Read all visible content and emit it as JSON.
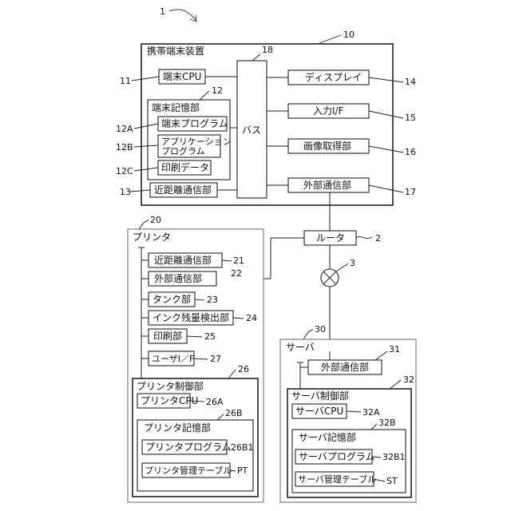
{
  "figure_number": "1",
  "terminal": {
    "ref": "10",
    "title": "携帯端末装置",
    "bus_ref": "18",
    "bus_label": "バス",
    "cpu": {
      "label": "端末CPU",
      "ref": "11"
    },
    "storage": {
      "label": "端末記憶部",
      "ref": "12",
      "program": {
        "label": "端末プログラム",
        "ref": "12A"
      },
      "application": {
        "line1": "アプリケーション",
        "line2": "プログラム",
        "ref": "12B"
      },
      "print_data": {
        "label": "印刷データ",
        "ref": "12C"
      }
    },
    "nfc": {
      "label": "近距離通信部",
      "ref": "13"
    },
    "display": {
      "label": "ディスプレイ",
      "ref": "14"
    },
    "input": {
      "label": "入力I/F",
      "ref": "15"
    },
    "camera": {
      "label": "画像取得部",
      "ref": "16"
    },
    "ext_comm": {
      "label": "外部通信部",
      "ref": "17"
    }
  },
  "router": {
    "label": "ルータ",
    "ref": "2"
  },
  "network_ref": "3",
  "printer": {
    "title": "プリンタ",
    "ref": "20",
    "nfc": {
      "label": "近距離通信部",
      "ref": "21"
    },
    "ext_comm": {
      "label": "外部通信部",
      "ref": "22"
    },
    "tank": {
      "label": "タンク部",
      "ref": "23"
    },
    "ink_detector": {
      "label": "インク残量検出部",
      "ref": "24"
    },
    "print_unit": {
      "label": "印刷部",
      "ref": "25"
    },
    "user_if": {
      "label": "ユーザI／F",
      "ref": "27"
    },
    "control": {
      "label": "プリンタ制御部",
      "ref": "26",
      "cpu": {
        "label": "プリンタCPU",
        "ref": "26A"
      },
      "storage": {
        "label": "プリンタ記憶部",
        "ref": "26B",
        "program": {
          "label": "プリンタプログラム",
          "ref": "26B1"
        },
        "table": {
          "label": "プリンタ管理テーブル",
          "ref": "PT"
        }
      }
    }
  },
  "server": {
    "title": "サーバ",
    "ref": "30",
    "ext_comm": {
      "label": "外部通信部",
      "ref": "31"
    },
    "control": {
      "label": "サーバ制御部",
      "ref": "32",
      "cpu": {
        "label": "サーバCPU",
        "ref": "32A"
      },
      "storage": {
        "label": "サーバ記憶部",
        "ref": "32B",
        "program": {
          "label": "サーバプログラム",
          "ref": "32B1"
        },
        "table": {
          "label": "サーバ管理テーブル",
          "ref": "ST"
        }
      }
    }
  }
}
